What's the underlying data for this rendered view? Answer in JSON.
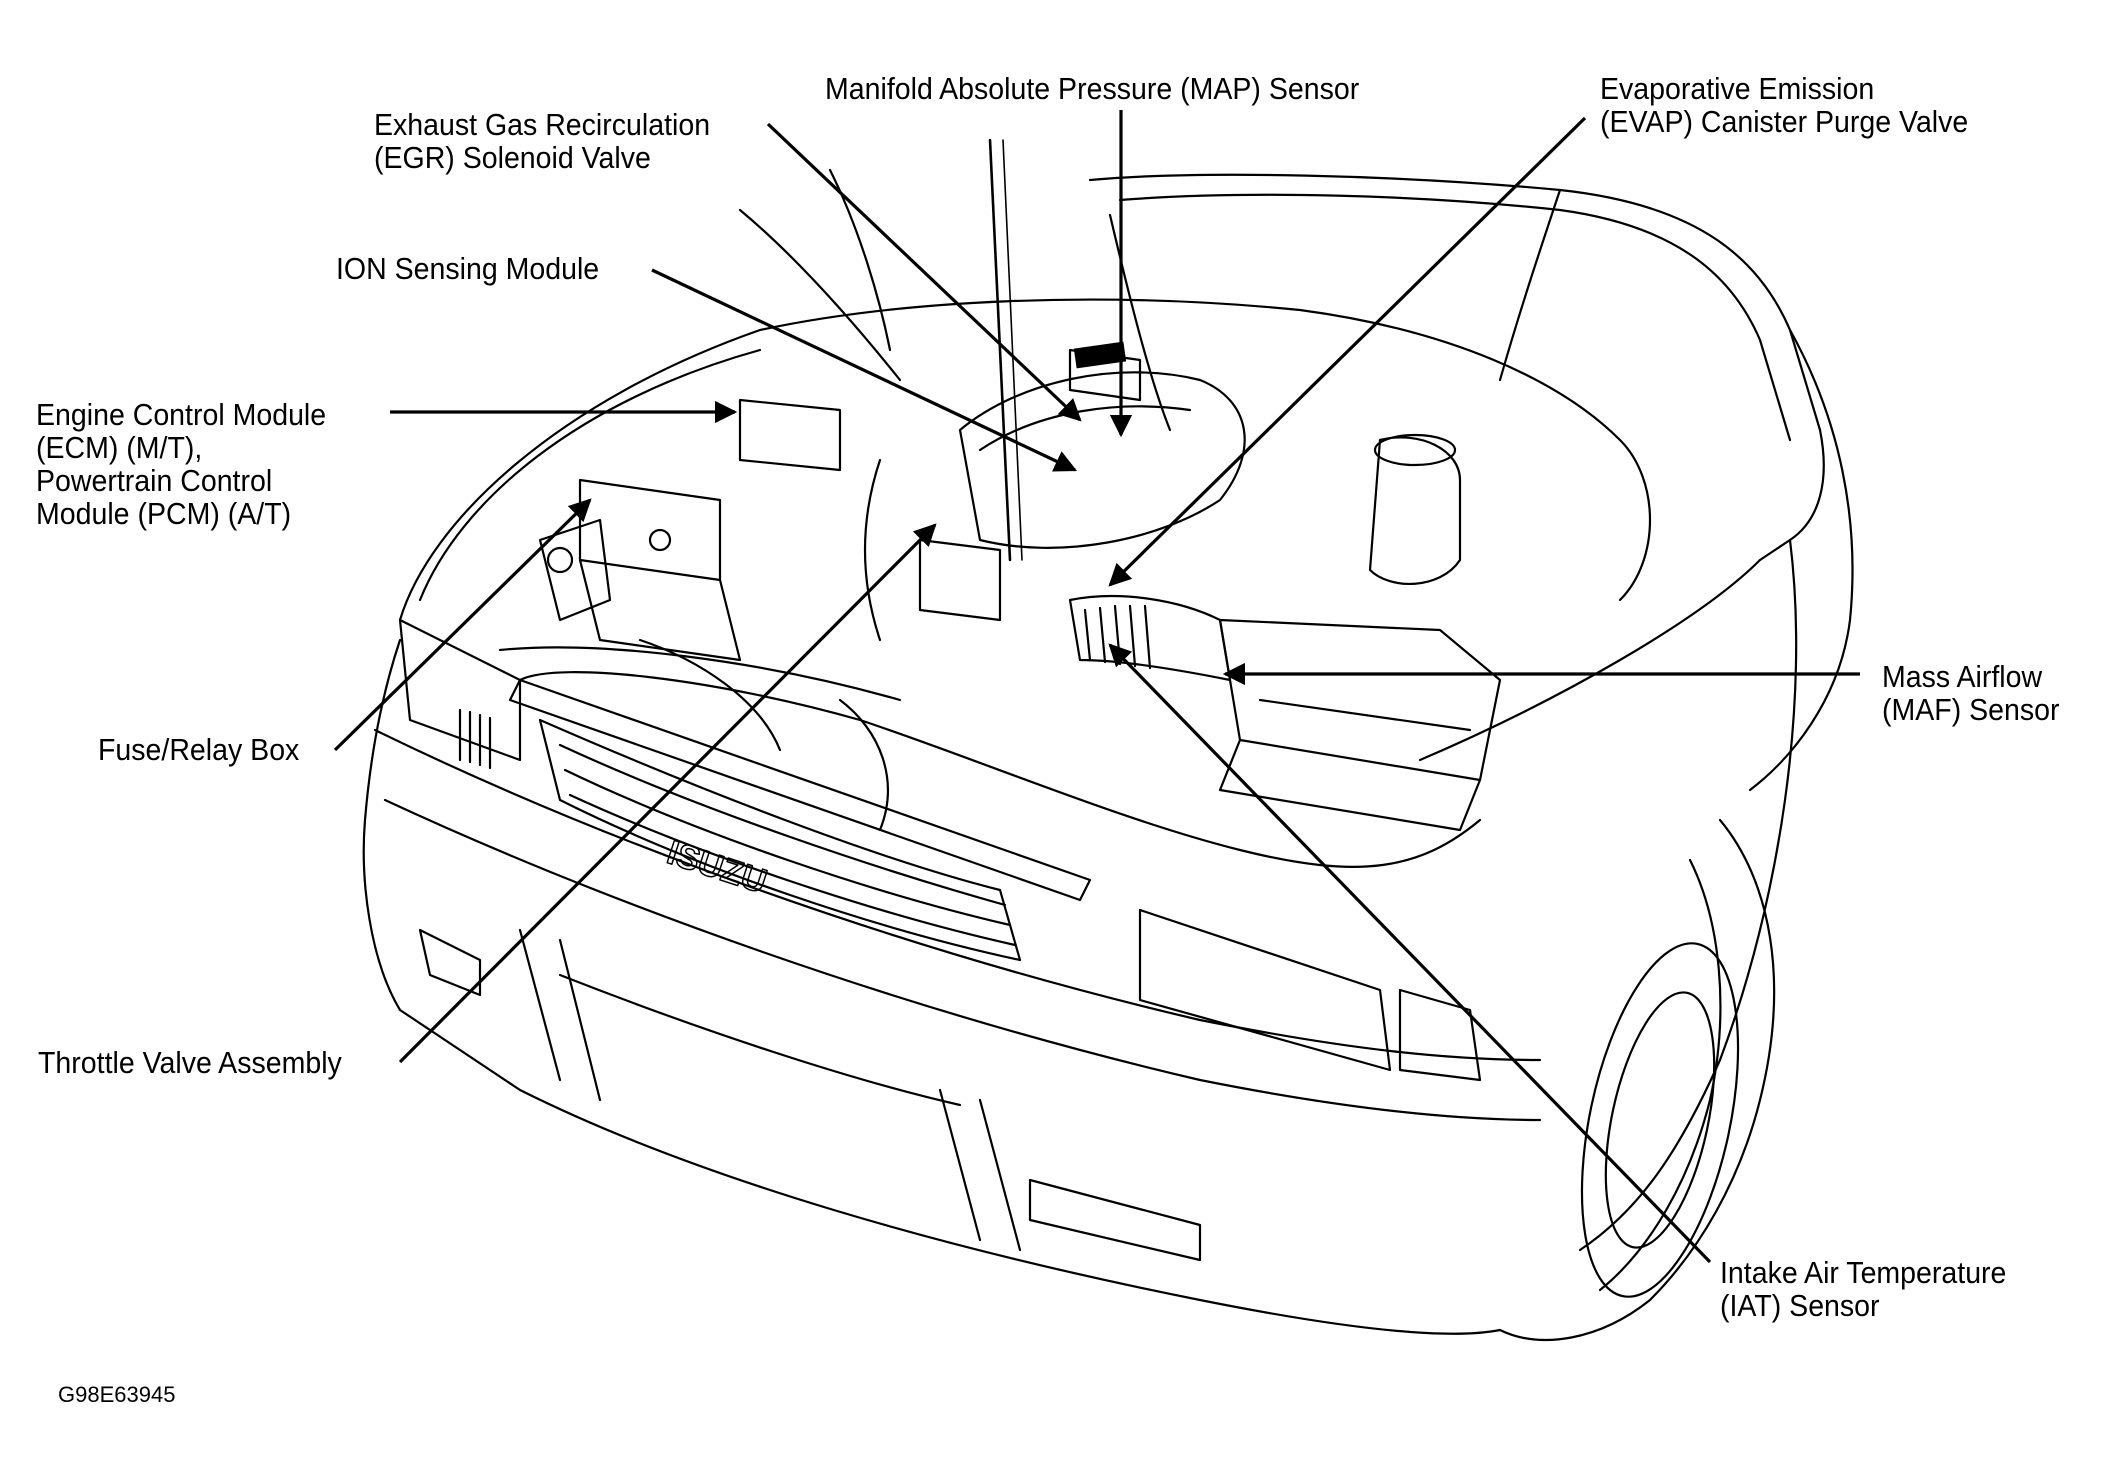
{
  "figure": {
    "subject": "Engine compartment component locator (Isuzu)",
    "grille_badge": "ISUZU",
    "figure_id": "G98E63945"
  },
  "labels": {
    "egr": {
      "lines": [
        "Exhaust Gas Recirculation",
        "(EGR) Solenoid Valve"
      ]
    },
    "map": {
      "lines": [
        "Manifold Absolute Pressure (MAP) Sensor"
      ]
    },
    "evap": {
      "lines": [
        "Evaporative Emission",
        "(EVAP) Canister Purge Valve"
      ]
    },
    "ion": {
      "lines": [
        "ION Sensing Module"
      ]
    },
    "ecm": {
      "lines": [
        "Engine Control Module",
        "(ECM) (M/T),",
        "Powertrain Control",
        "Module (PCM) (A/T)"
      ]
    },
    "fuse": {
      "lines": [
        "Fuse/Relay Box"
      ]
    },
    "maf": {
      "lines": [
        "Mass Airflow",
        "(MAF) Sensor"
      ]
    },
    "throttle": {
      "lines": [
        "Throttle Valve Assembly"
      ]
    },
    "iat": {
      "lines": [
        "Intake Air Temperature",
        "(IAT) Sensor"
      ]
    }
  }
}
